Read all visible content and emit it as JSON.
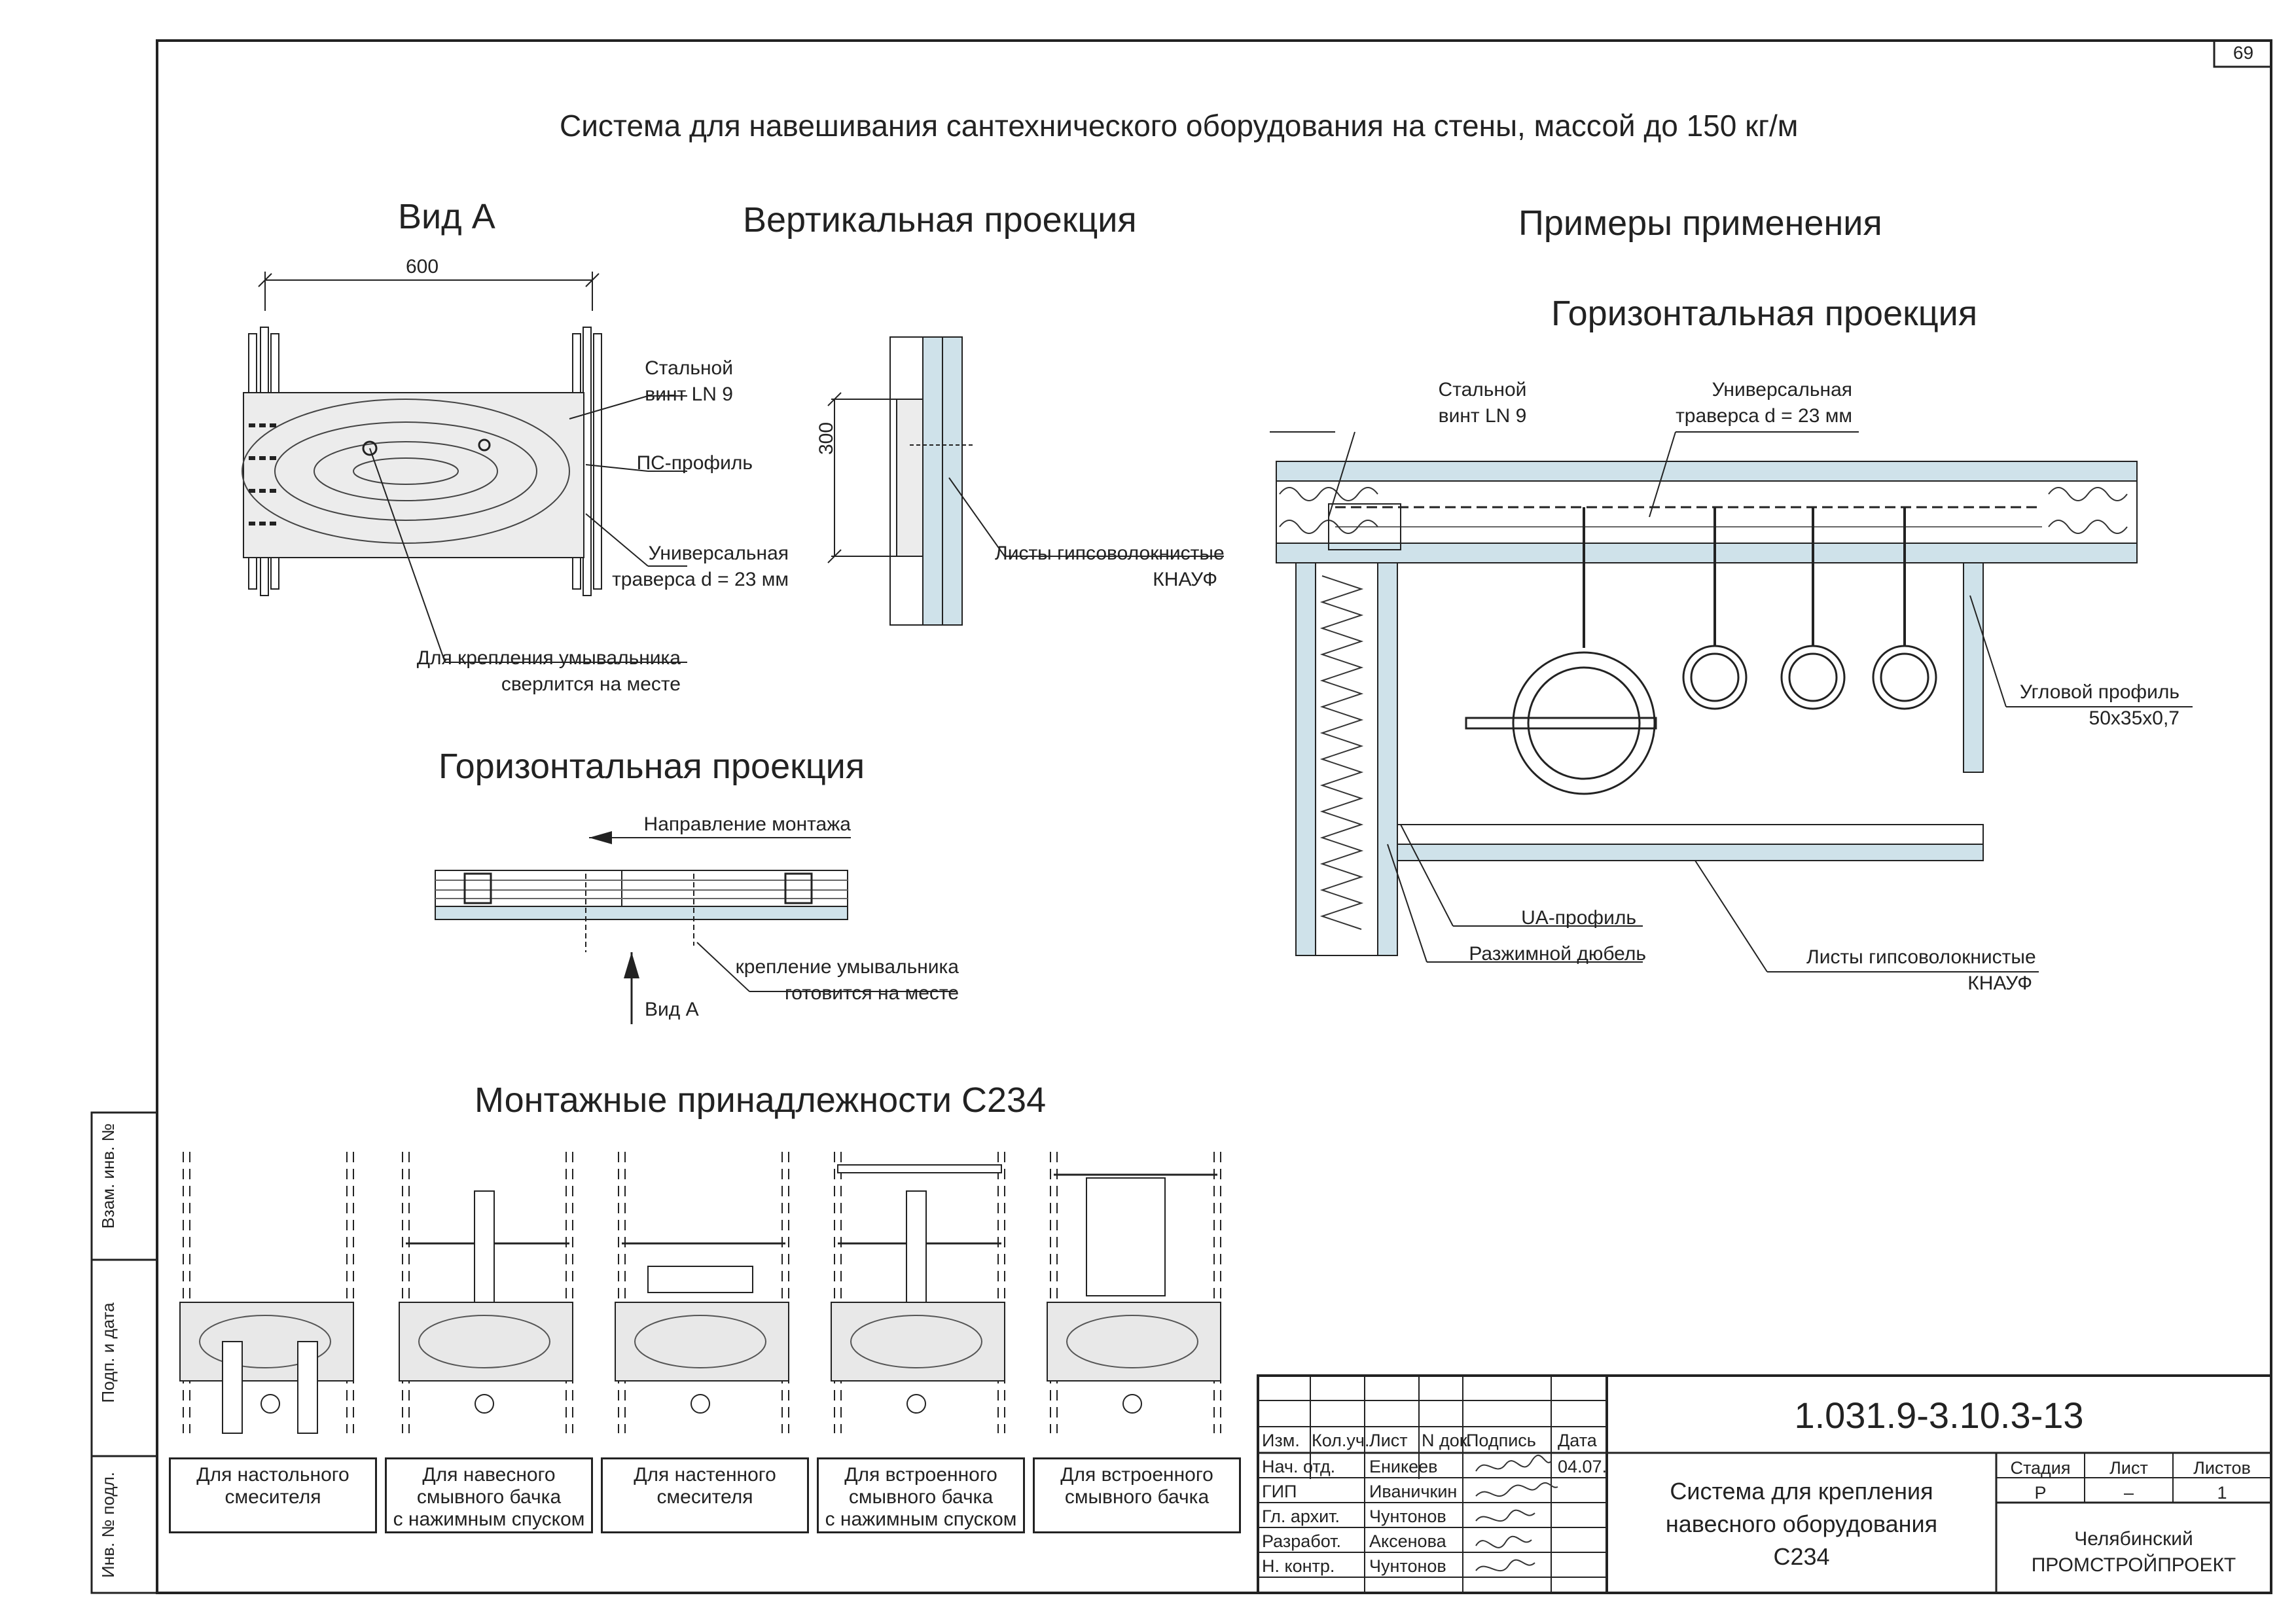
{
  "sheet": {
    "page_number": "69",
    "title": "Система для навешивания сантехнического оборудования на стены, массой до 150 кг/м"
  },
  "view_a": {
    "heading": "Вид А",
    "dimension": "600",
    "callouts": {
      "screw": [
        "Стальной",
        "винт LN 9"
      ],
      "profile": "ПС-профиль",
      "crossbar": [
        "Универсальная",
        "траверса d = 23 мм"
      ],
      "washbasin": [
        "Для крепления умывальника",
        "сверлится на месте"
      ]
    }
  },
  "vertical_projection": {
    "heading": "Вертикальная проекция",
    "dimension": "300",
    "callout": [
      "Листы гипсоволокнистые",
      "КНАУФ"
    ]
  },
  "horizontal_projection_left": {
    "heading": "Горизонтальная проекция",
    "direction": "Направление монтажа",
    "callout": [
      "крепление умывальника",
      "готовится на месте"
    ],
    "view_mark": "Вид А"
  },
  "examples": {
    "heading": "Примеры применения",
    "subheading": "Горизонтальная проекция",
    "callouts": {
      "screw": [
        "Стальной",
        "винт LN 9"
      ],
      "crossbar": [
        "Универсальная",
        "траверса d = 23 мм"
      ],
      "angle": [
        "Угловой профиль",
        "50х35х0,7"
      ],
      "ua": "UA-профиль",
      "dowel": "Разжимной дюбель",
      "sheets": [
        "Листы гипсоволокнистые",
        "КНАУФ"
      ]
    }
  },
  "accessories": {
    "heading": "Монтажные принадлежности С234",
    "items": [
      {
        "label": [
          "Для настольного",
          "смесителя"
        ]
      },
      {
        "label": [
          "Для навесного",
          "смывного бачка",
          "с нажимным спуском"
        ]
      },
      {
        "label": [
          "Для настенного",
          "смесителя"
        ]
      },
      {
        "label": [
          "Для встроенного",
          "смывного бачка",
          "с нажимным спуском"
        ]
      },
      {
        "label": [
          "Для встроенного",
          "смывного бачка"
        ]
      }
    ]
  },
  "side_stamp": {
    "vzam": "Взам. инв. №",
    "podp": "Подп. и дата",
    "inv": "Инв. № подл."
  },
  "title_block": {
    "code": "1.031.9-3.10.3-13",
    "headers": [
      "Изм.",
      "Кол.уч.",
      "Лист",
      "N док.",
      "Подпись",
      "Дата"
    ],
    "rows": [
      {
        "role": "Нач. отд.",
        "name": "Еникеев",
        "date": "04.07."
      },
      {
        "role": "ГИП",
        "name": "Иваничкин",
        "date": ""
      },
      {
        "role": "Гл. архит.",
        "name": "Чунтонов",
        "date": ""
      },
      {
        "role": "Разработ.",
        "name": "Аксенова",
        "date": ""
      },
      {
        "role": "Н. контр.",
        "name": "Чунтонов",
        "date": ""
      }
    ],
    "doc_title": [
      "Система для крепления",
      "навесного оборудования",
      "С234"
    ],
    "stage_header": "Стадия",
    "sheet_header": "Лист",
    "sheets_header": "Листов",
    "stage": "Р",
    "sheet": "–",
    "sheets": "1",
    "org": [
      "Челябинский",
      "ПРОМСТРОЙПРОЕКТ"
    ]
  },
  "colors": {
    "board": "#cfe2ea",
    "wood": "#e8e8e8",
    "line": "#333333"
  }
}
